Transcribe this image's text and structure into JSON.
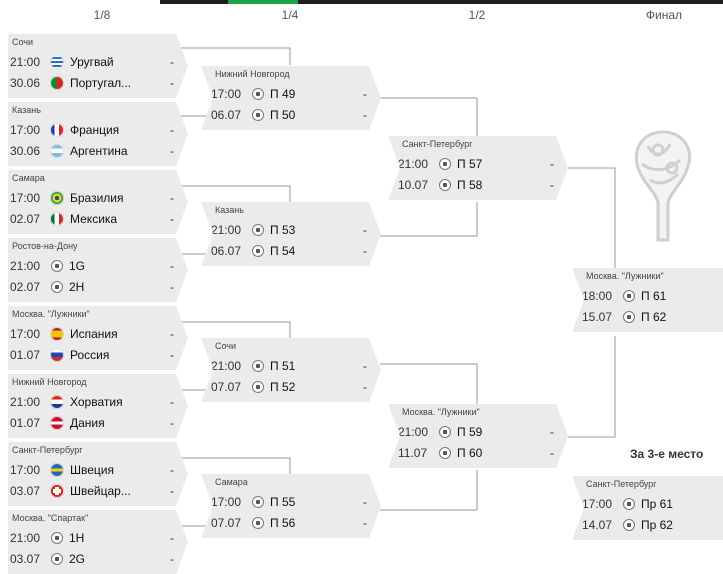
{
  "rounds": {
    "r16": "1/8",
    "qf": "1/4",
    "sf": "1/2",
    "final": "Финал"
  },
  "third_place_label": "За 3-е место",
  "colors": {
    "card_bg": "#ebebeb",
    "line": "#999999",
    "accent": "#1aa54a",
    "topbar": "#1e1e1e"
  },
  "r16": [
    {
      "venue": "Сочи",
      "t1": {
        "time": "21:00",
        "team": "Уругвай",
        "icon": "uruguay-flag",
        "score": "-"
      },
      "t2": {
        "time": "30.06",
        "team": "Португал...",
        "icon": "portugal-flag",
        "score": "-"
      }
    },
    {
      "venue": "Казань",
      "t1": {
        "time": "17:00",
        "team": "Франция",
        "icon": "france-flag",
        "score": "-"
      },
      "t2": {
        "time": "30.06",
        "team": "Аргентина",
        "icon": "argentina-flag",
        "score": "-"
      }
    },
    {
      "venue": "Самара",
      "t1": {
        "time": "17:00",
        "team": "Бразилия",
        "icon": "brazil-flag",
        "score": "-"
      },
      "t2": {
        "time": "02.07",
        "team": "Мексика",
        "icon": "mexico-flag",
        "score": "-"
      }
    },
    {
      "venue": "Ростов-на-Дону",
      "t1": {
        "time": "21:00",
        "team": "1G",
        "icon": "ball-icon",
        "score": "-"
      },
      "t2": {
        "time": "02.07",
        "team": "2H",
        "icon": "ball-icon",
        "score": "-"
      }
    },
    {
      "venue": "Москва. \"Лужники\"",
      "t1": {
        "time": "17:00",
        "team": "Испания",
        "icon": "spain-flag",
        "score": "-"
      },
      "t2": {
        "time": "01.07",
        "team": "Россия",
        "icon": "russia-flag",
        "score": "-"
      }
    },
    {
      "venue": "Нижний Новгород",
      "t1": {
        "time": "21:00",
        "team": "Хорватия",
        "icon": "croatia-flag",
        "score": "-"
      },
      "t2": {
        "time": "01.07",
        "team": "Дания",
        "icon": "denmark-flag",
        "score": "-"
      }
    },
    {
      "venue": "Санкт-Петербург",
      "t1": {
        "time": "17:00",
        "team": "Швеция",
        "icon": "sweden-flag",
        "score": "-"
      },
      "t2": {
        "time": "03.07",
        "team": "Швейцар...",
        "icon": "switzerland-flag",
        "score": "-"
      }
    },
    {
      "venue": "Москва. \"Спартак\"",
      "t1": {
        "time": "21:00",
        "team": "1H",
        "icon": "ball-icon",
        "score": "-"
      },
      "t2": {
        "time": "03.07",
        "team": "2G",
        "icon": "ball-icon",
        "score": "-"
      }
    }
  ],
  "qf": [
    {
      "venue": "Нижний Новгород",
      "t1": {
        "time": "17:00",
        "team": "П 49",
        "score": "-"
      },
      "t2": {
        "time": "06.07",
        "team": "П 50",
        "score": "-"
      }
    },
    {
      "venue": "Казань",
      "t1": {
        "time": "21:00",
        "team": "П 53",
        "score": "-"
      },
      "t2": {
        "time": "06.07",
        "team": "П 54",
        "score": "-"
      }
    },
    {
      "venue": "Сочи",
      "t1": {
        "time": "21:00",
        "team": "П 51",
        "score": "-"
      },
      "t2": {
        "time": "07.07",
        "team": "П 52",
        "score": "-"
      }
    },
    {
      "venue": "Самара",
      "t1": {
        "time": "17:00",
        "team": "П 55",
        "score": "-"
      },
      "t2": {
        "time": "07.07",
        "team": "П 56",
        "score": "-"
      }
    }
  ],
  "sf": [
    {
      "venue": "Санкт-Петербург",
      "t1": {
        "time": "21:00",
        "team": "П 57",
        "score": "-"
      },
      "t2": {
        "time": "10.07",
        "team": "П 58",
        "score": "-"
      }
    },
    {
      "venue": "Москва. \"Лужники\"",
      "t1": {
        "time": "21:00",
        "team": "П 59",
        "score": "-"
      },
      "t2": {
        "time": "11.07",
        "team": "П 60",
        "score": "-"
      }
    }
  ],
  "final": {
    "venue": "Москва. \"Лужники\"",
    "t1": {
      "time": "18:00",
      "team": "П 61",
      "score": ""
    },
    "t2": {
      "time": "15.07",
      "team": "П 62",
      "score": ""
    }
  },
  "third": {
    "venue": "Санкт-Петербург",
    "t1": {
      "time": "17:00",
      "team": "Пр 61",
      "score": ""
    },
    "t2": {
      "time": "14.07",
      "team": "Пр 62",
      "score": ""
    }
  }
}
